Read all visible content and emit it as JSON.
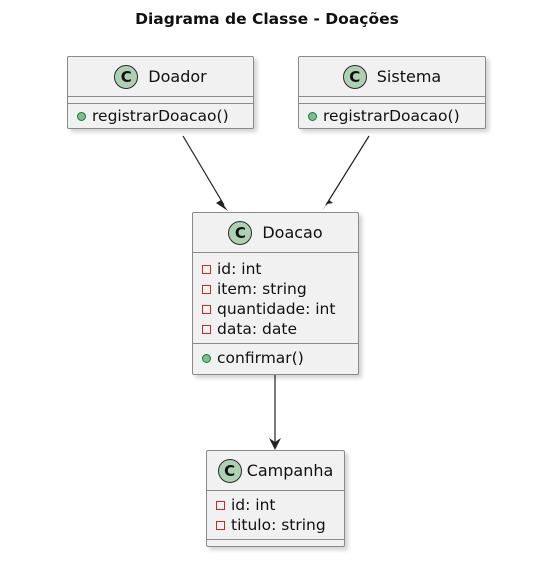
{
  "diagram": {
    "title": "Diagrama de Classe - Doações",
    "classes": {
      "doador": {
        "badge": "C",
        "name": "Doador",
        "methods": [
          "registrarDoacao()"
        ]
      },
      "sistema": {
        "badge": "C",
        "name": "Sistema",
        "methods": [
          "registrarDoacao()"
        ]
      },
      "doacao": {
        "badge": "C",
        "name": "Doacao",
        "attributes": [
          "id: int",
          "item: string",
          "quantidade: int",
          "data: date"
        ],
        "methods": [
          "confirmar()"
        ]
      },
      "campanha": {
        "badge": "C",
        "name": "Campanha",
        "attributes": [
          "id: int",
          "titulo: string"
        ]
      }
    },
    "relations": [
      {
        "from": "Doador",
        "to": "Doacao"
      },
      {
        "from": "Sistema",
        "to": "Doacao"
      },
      {
        "from": "Doacao",
        "to": "Campanha"
      }
    ]
  }
}
